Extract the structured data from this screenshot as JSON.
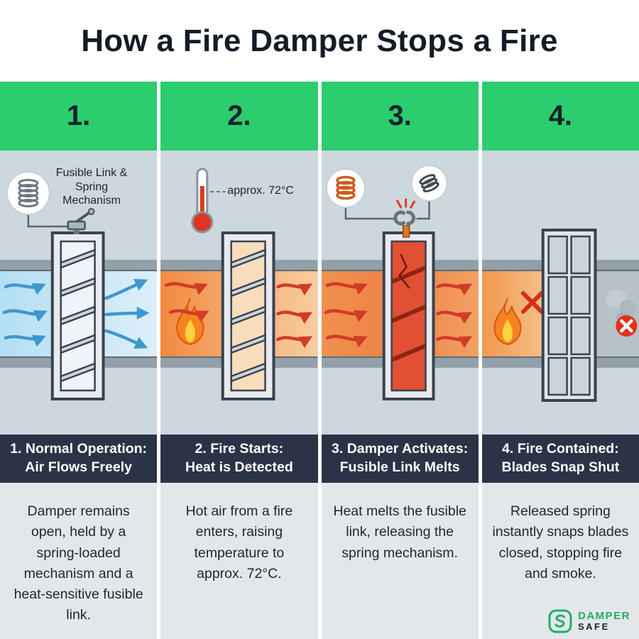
{
  "title": "How a Fire Damper Stops a Fire",
  "palette": {
    "header_green": "#2bcd6e",
    "title_bar_navy": "#2b3447",
    "blue_airflow": "#3f97cf",
    "red_heatflow": "#d23b27",
    "flame_orange": "#f5831f",
    "illustration_bg": "#cdd7de",
    "description_bg": "#e3e7ea"
  },
  "icons": {
    "panel1": [
      "spring-coil-icon",
      "latch-mechanism-icon",
      "open-damper",
      "blue-airflow-arrows"
    ],
    "panel2": [
      "thermometer-icon",
      "flame-icon",
      "open-damper",
      "red-heat-arrows"
    ],
    "panel3": [
      "hot-spring-coil-icon",
      "released-spring-icon",
      "broken-link-icon",
      "activating-damper",
      "red-heat-arrows"
    ],
    "panel4": [
      "flame-icon",
      "blocked-cross-icon",
      "closed-damper",
      "smoke-icon",
      "no-entry-badge-icon"
    ]
  },
  "steps": [
    {
      "number": "1.",
      "annotation": "Fusible Link & Spring Mechanism",
      "title1": "1. Normal Operation:",
      "title2": "Air Flows Freely",
      "description": "Damper remains open, held by a spring-loaded mechanism and a heat-sensitive fusible link."
    },
    {
      "number": "2.",
      "annotation": "approx. 72°C",
      "title1": "2. Fire Starts:",
      "title2": "Heat is Detected",
      "description": "Hot air from a fire enters, raising temperature to approx. 72°C."
    },
    {
      "number": "3.",
      "title1": "3. Damper Activates:",
      "title2": "Fusible Link Melts",
      "description": "Heat melts the fusible link, releasing the spring mechanism."
    },
    {
      "number": "4.",
      "title1": "4. Fire Contained:",
      "title2": "Blades Snap Shut",
      "description": "Released spring instantly snaps blades closed, stopping fire and smoke."
    }
  ],
  "logo": {
    "line1": "DAMPER",
    "line2": "SAFE"
  }
}
